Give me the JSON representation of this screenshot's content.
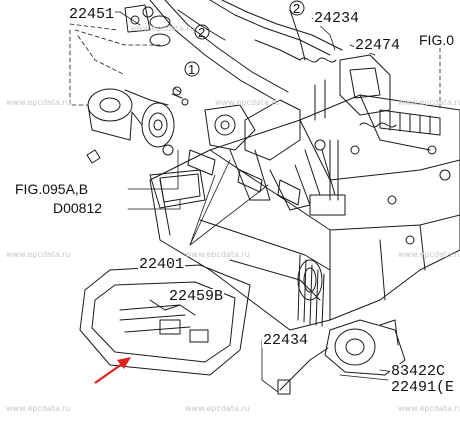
{
  "labels": {
    "p22451": "22451",
    "p24234": "24234",
    "p22474": "22474",
    "fig0": "FIG.0",
    "fig095": "FIG.095A,B",
    "d00812": "D00812",
    "p22401": "22401",
    "p22459b": "22459B",
    "p22434": "22434",
    "p83422c": "83422C",
    "p22491": "22491(E"
  },
  "callouts": {
    "one": "1",
    "two": "2"
  },
  "watermarks": [
    "www.epcdata.ru",
    "www.epcdata.ru",
    "www.epcdata.ru",
    "www.epcdata.ru",
    "www.epcdata.ru",
    "www.epcdata.ru",
    "www.epcdata.ru",
    "www.epcdata.ru",
    "www.epcdata.ru",
    "www.epcdata.ru"
  ],
  "colors": {
    "line": "#1a1a1a",
    "arrow": "#e0201c",
    "watermark": "#c8c8c8"
  }
}
